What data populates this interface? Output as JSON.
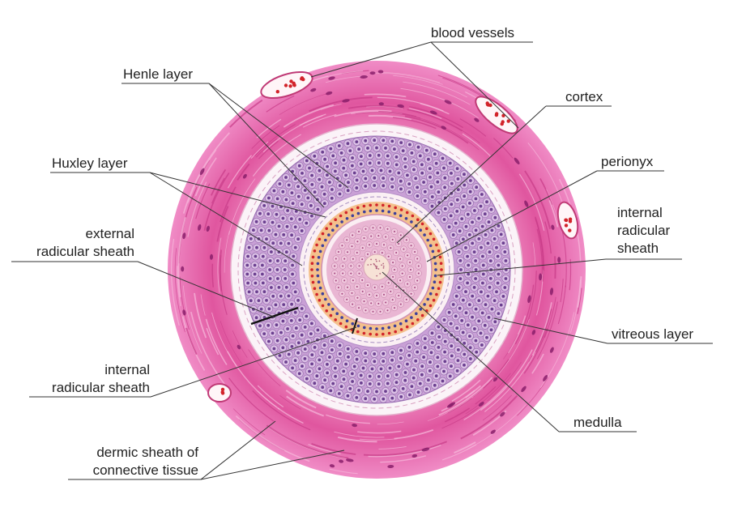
{
  "labels": {
    "blood_vessels": "blood vessels",
    "henle_layer": "Henle layer",
    "cortex": "cortex",
    "huxley_layer": "Huxley layer",
    "perionyx": "perionyx",
    "external_radicular_sheath": [
      "external",
      "radicular sheath"
    ],
    "internal_radicular_sheath_right": [
      "internal",
      "radicular",
      "sheath"
    ],
    "vitreous_layer": "vitreous layer",
    "internal_radicular_sheath_left": [
      "internal",
      "radicular sheath"
    ],
    "medulla": "medulla",
    "dermic_sheath": [
      "dermic sheath of",
      "connective tissue"
    ]
  },
  "colors": {
    "dermis_pink": "#e05aa8",
    "dermis_light": "#f3a2cf",
    "vitreous_white": "#fbf3f8",
    "outer_sheath_purple": "#b98ccc",
    "cell_nucleus": "#6a3f8f",
    "huxley_orange": "#f0b27a",
    "dots_red": "#d2232a",
    "dots_blue": "#3d3f9b",
    "cortex_pink": "#e3a6c9",
    "medulla_cream": "#f6dccf",
    "leader_line": "#333333"
  }
}
